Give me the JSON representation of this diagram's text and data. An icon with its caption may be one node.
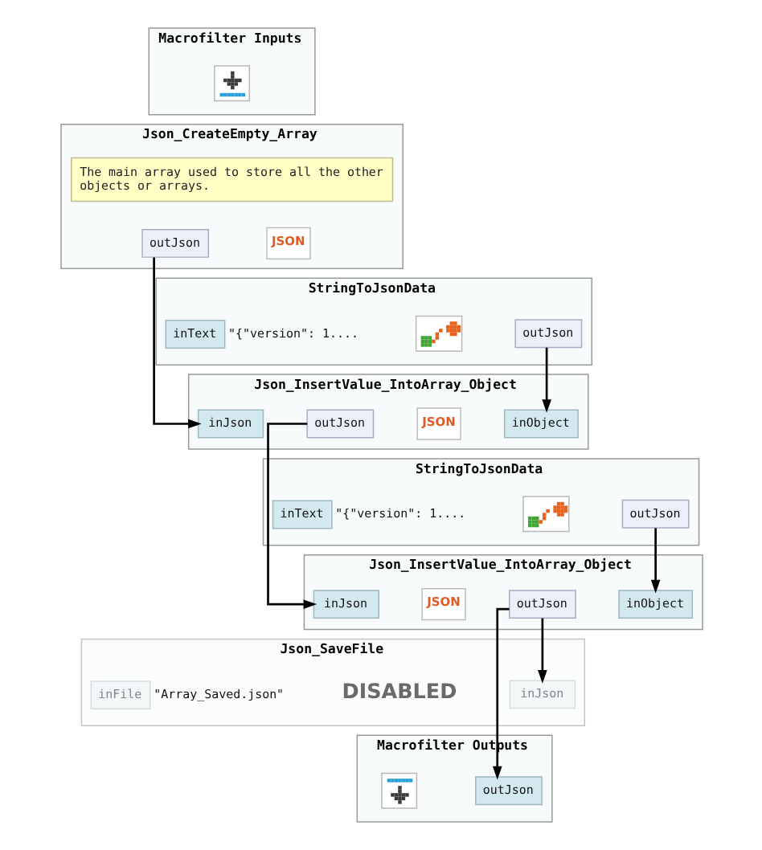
{
  "diagram": {
    "nodes": [
      {
        "text": [
          "Macrofilter Inputs"
        ]
      },
      {
        "text": [],
        "shape": "picture",
        "in": 0
      },
      {
        "text": [
          "Json_CreateEmpty_Array"
        ]
      },
      {
        "text": [
          "The main array used to store all the other objects or arrays."
        ],
        "in": 2
      },
      {
        "text": [
          "outJson"
        ],
        "in": 2
      },
      {
        "text": [
          "JSON"
        ],
        "in": 2
      },
      {
        "text": [
          "StringToJsonData"
        ]
      },
      {
        "text": [
          "outJson"
        ],
        "in": 6
      },
      {
        "text": [],
        "shape": "picture",
        "in": 6
      },
      {
        "text": [
          "inText"
        ],
        "in": 6,
        "beside": [
          "\"{\"version\": 1...."
        ]
      },
      {
        "text": [
          "Json_InsertValue_IntoArray_Object"
        ]
      },
      {
        "text": [
          "inJson"
        ],
        "in": 10
      },
      {
        "text": [
          "inObject"
        ],
        "in": 10
      },
      {
        "text": [
          "outJson"
        ],
        "in": 10
      },
      {
        "text": [
          "JSON"
        ],
        "in": 10
      },
      {
        "text": [
          "StringToJsonData"
        ]
      },
      {
        "text": [
          "outJson"
        ],
        "in": 15
      },
      {
        "text": [],
        "shape": "picture",
        "in": 15
      },
      {
        "text": [
          "inText"
        ],
        "in": 15,
        "beside": [
          "\"{\"version\": 1...."
        ]
      },
      {
        "text": [
          "Json_InsertValue_IntoArray_Object"
        ]
      },
      {
        "text": [
          "inJson"
        ],
        "in": 19
      },
      {
        "text": [
          "inObject"
        ],
        "in": 19
      },
      {
        "text": [
          "outJson"
        ],
        "in": 19
      },
      {
        "text": [
          "JSON"
        ],
        "in": 19
      },
      {
        "text": [
          "Json_SaveFile"
        ]
      },
      {
        "text": [
          "inJson"
        ],
        "in": 24
      },
      {
        "text": [
          "DISABLED"
        ],
        "in": 24
      },
      {
        "text": [
          "inFile"
        ],
        "in": 24,
        "beside": [
          "\"Array_Saved.json\""
        ]
      },
      {
        "text": [
          "Macrofilter Outputs"
        ]
      },
      {
        "text": [
          "outJson"
        ],
        "in": 28
      },
      {
        "text": [],
        "shape": "picture",
        "in": 28
      }
    ],
    "edges": [
      {
        "from": 4,
        "to": 11,
        "arrow": "to"
      },
      {
        "from": 7,
        "to": 12,
        "arrow": "to"
      },
      {
        "from": 13,
        "to": 20,
        "arrow": "to"
      },
      {
        "from": 16,
        "to": 21,
        "arrow": "to"
      },
      {
        "from": 22,
        "to": 25,
        "arrow": "to"
      },
      {
        "from": 22,
        "to": 29,
        "arrow": "to"
      }
    ]
  }
}
